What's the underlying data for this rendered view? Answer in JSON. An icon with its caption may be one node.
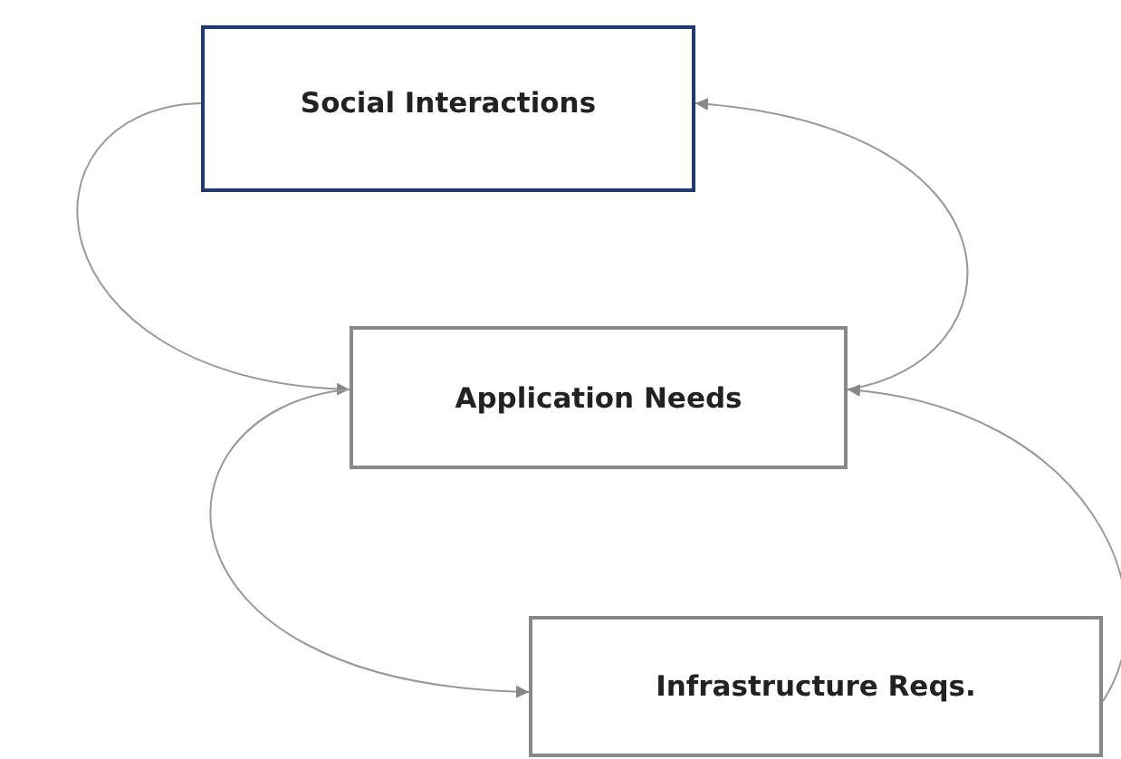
{
  "diagram": {
    "nodes": [
      {
        "text": [
          "Social Interactions"
        ]
      },
      {
        "text": [
          "Application Needs"
        ]
      },
      {
        "text": [
          "Infrastructure Reqs."
        ]
      }
    ],
    "edges": [
      {
        "from": 0,
        "to": 1,
        "arrow": "to"
      },
      {
        "from": 1,
        "to": 0,
        "arrow": "to"
      },
      {
        "from": 1,
        "to": 2,
        "arrow": "to"
      },
      {
        "from": 2,
        "to": 1,
        "arrow": "to"
      }
    ]
  }
}
